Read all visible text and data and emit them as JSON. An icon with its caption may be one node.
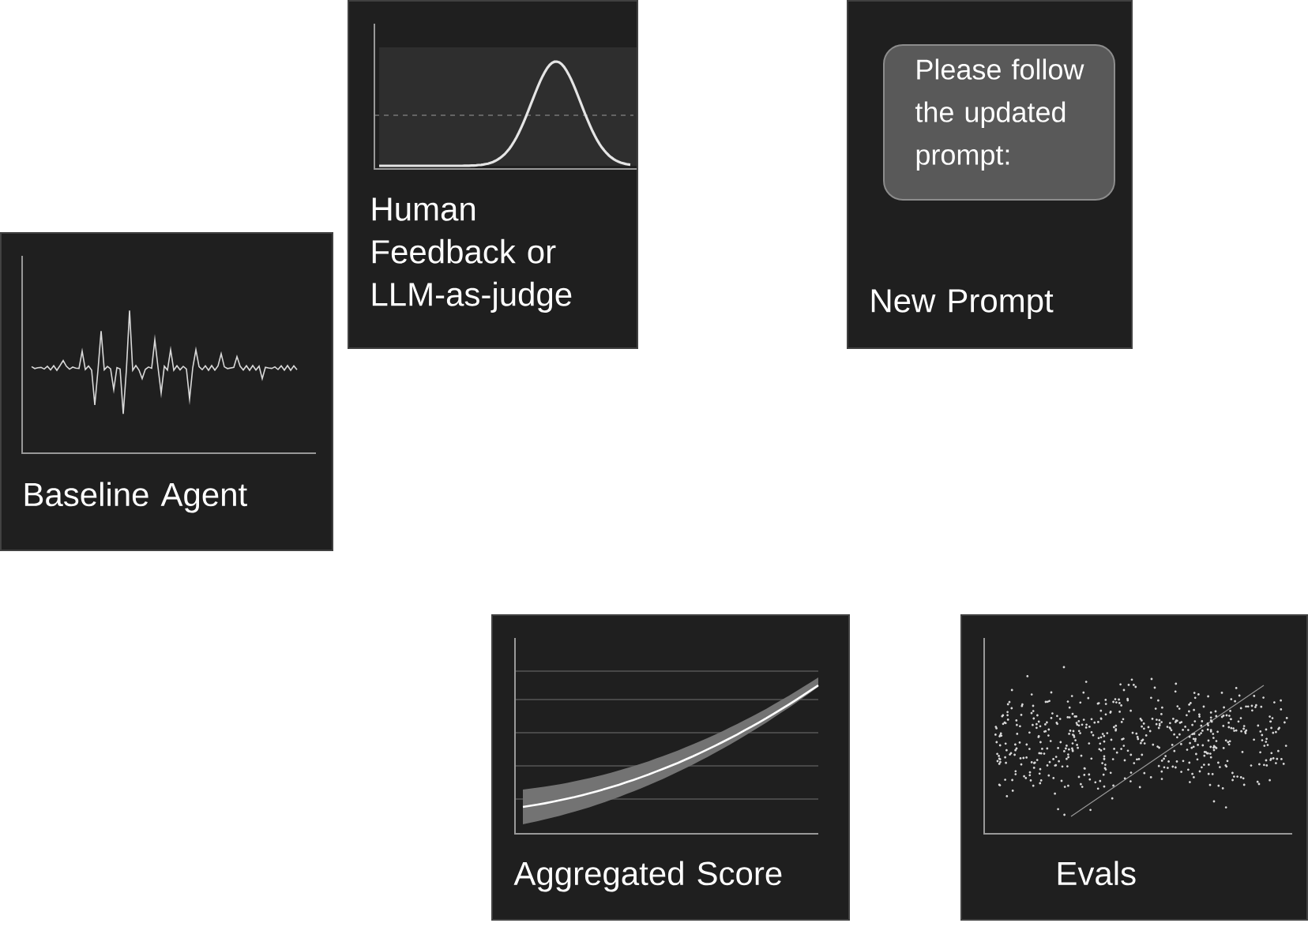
{
  "diagram": {
    "nodes": [
      {
        "text": [
          "Human Feedback or LLM-as-judge"
        ]
      },
      {
        "text": [
          "New Prompt"
        ]
      },
      {
        "text": [
          "Please follow the updated prompt:"
        ],
        "in": 1
      },
      {
        "text": [
          "Baseline Agent"
        ]
      },
      {
        "text": [
          "Aggregated Score"
        ]
      },
      {
        "text": [
          "Evals"
        ]
      }
    ]
  }
}
